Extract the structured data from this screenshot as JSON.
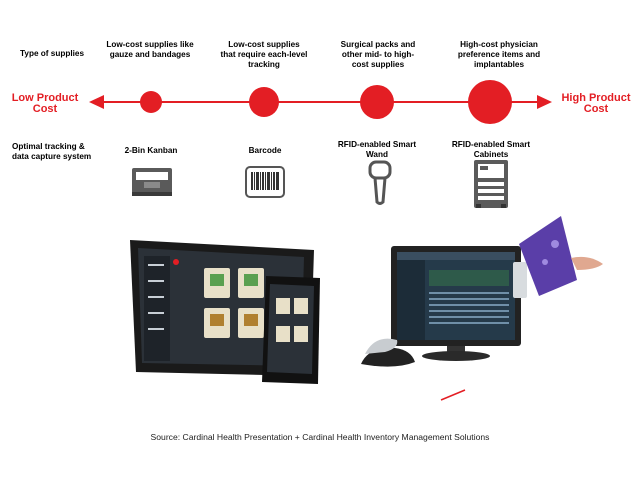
{
  "header": {
    "supplies_label": "Type of supplies",
    "tracking_label": "Optimal tracking & data capture system"
  },
  "scale": {
    "low_label": "Low Product Cost",
    "high_label": "High Product Cost",
    "line_color": "#e31e24"
  },
  "supplies": [
    {
      "text": "Low-cost supplies like gauze and bandages"
    },
    {
      "text": "Low-cost supplies that require each-level tracking"
    },
    {
      "text": "Surgical packs and other mid- to high-cost supplies"
    },
    {
      "text": "High-cost physician preference items and implantables"
    }
  ],
  "systems": [
    {
      "text": "2-Bin Kanban",
      "icon": "kanban-bin-icon"
    },
    {
      "text": "Barcode",
      "icon": "barcode-icon"
    },
    {
      "text": "RFID-enabled Smart Wand",
      "icon": "smart-wand-icon"
    },
    {
      "text": "RFID-enabled Smart Cabinets",
      "icon": "smart-cabinet-icon"
    }
  ],
  "source": "Source: Cardinal Health Presentation + Cardinal Health Inventory Management Solutions"
}
